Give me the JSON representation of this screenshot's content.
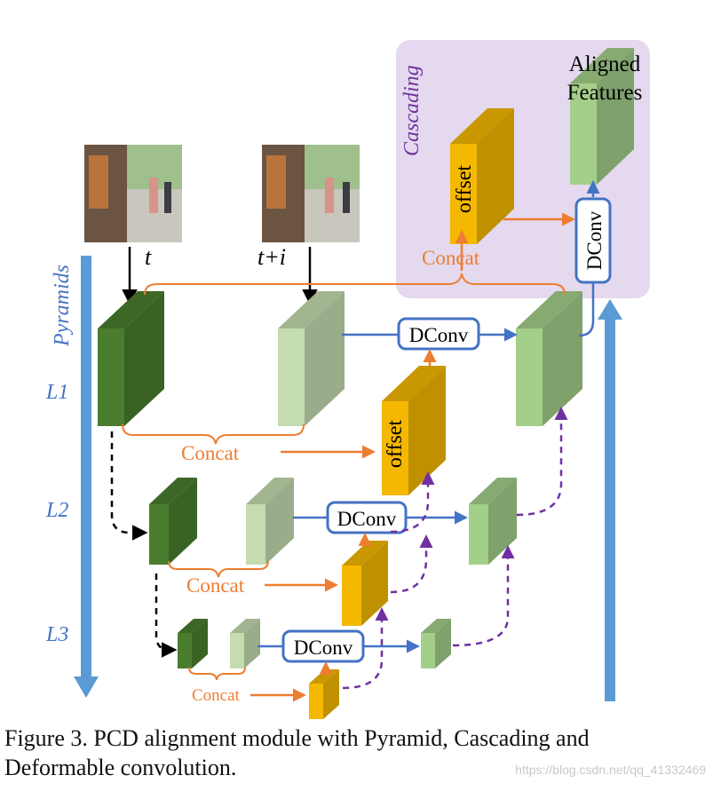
{
  "frames": {
    "t_label": "t",
    "ti_label": "t+i"
  },
  "pyramid_axis": {
    "label": "Pyramids",
    "levels": [
      "L1",
      "L2",
      "L3"
    ]
  },
  "cascading": {
    "label": "Cascading",
    "output_label_line1": "Aligned",
    "output_label_line2": "Features",
    "concat_label": "Concat",
    "offset_label": "offset",
    "dconv_label": "DConv"
  },
  "l1": {
    "concat_label": "Concat",
    "offset_label": "offset",
    "dconv_label": "DConv"
  },
  "l2": {
    "concat_label": "Concat",
    "dconv_label": "DConv"
  },
  "l3": {
    "concat_label": "Concat",
    "dconv_label": "DConv"
  },
  "caption": {
    "line1": "Figure 3.  PCD alignment module with Pyramid, Cascading and",
    "line2": "Deformable convolution."
  },
  "watermark": "https://blog.csdn.net/qq_41332469",
  "colors": {
    "dark_green": "#4a7d2e",
    "light_green": "#c5dcb0",
    "mid_green": "#a3cf8a",
    "offset_gold": "#f5b800",
    "arrow_blue": "#4472c4",
    "axis_blue": "#5b9bd5",
    "concat_orange": "#ed7d31",
    "dashed_purple": "#7030a0",
    "cascade_bg": "#e4d9ee"
  }
}
